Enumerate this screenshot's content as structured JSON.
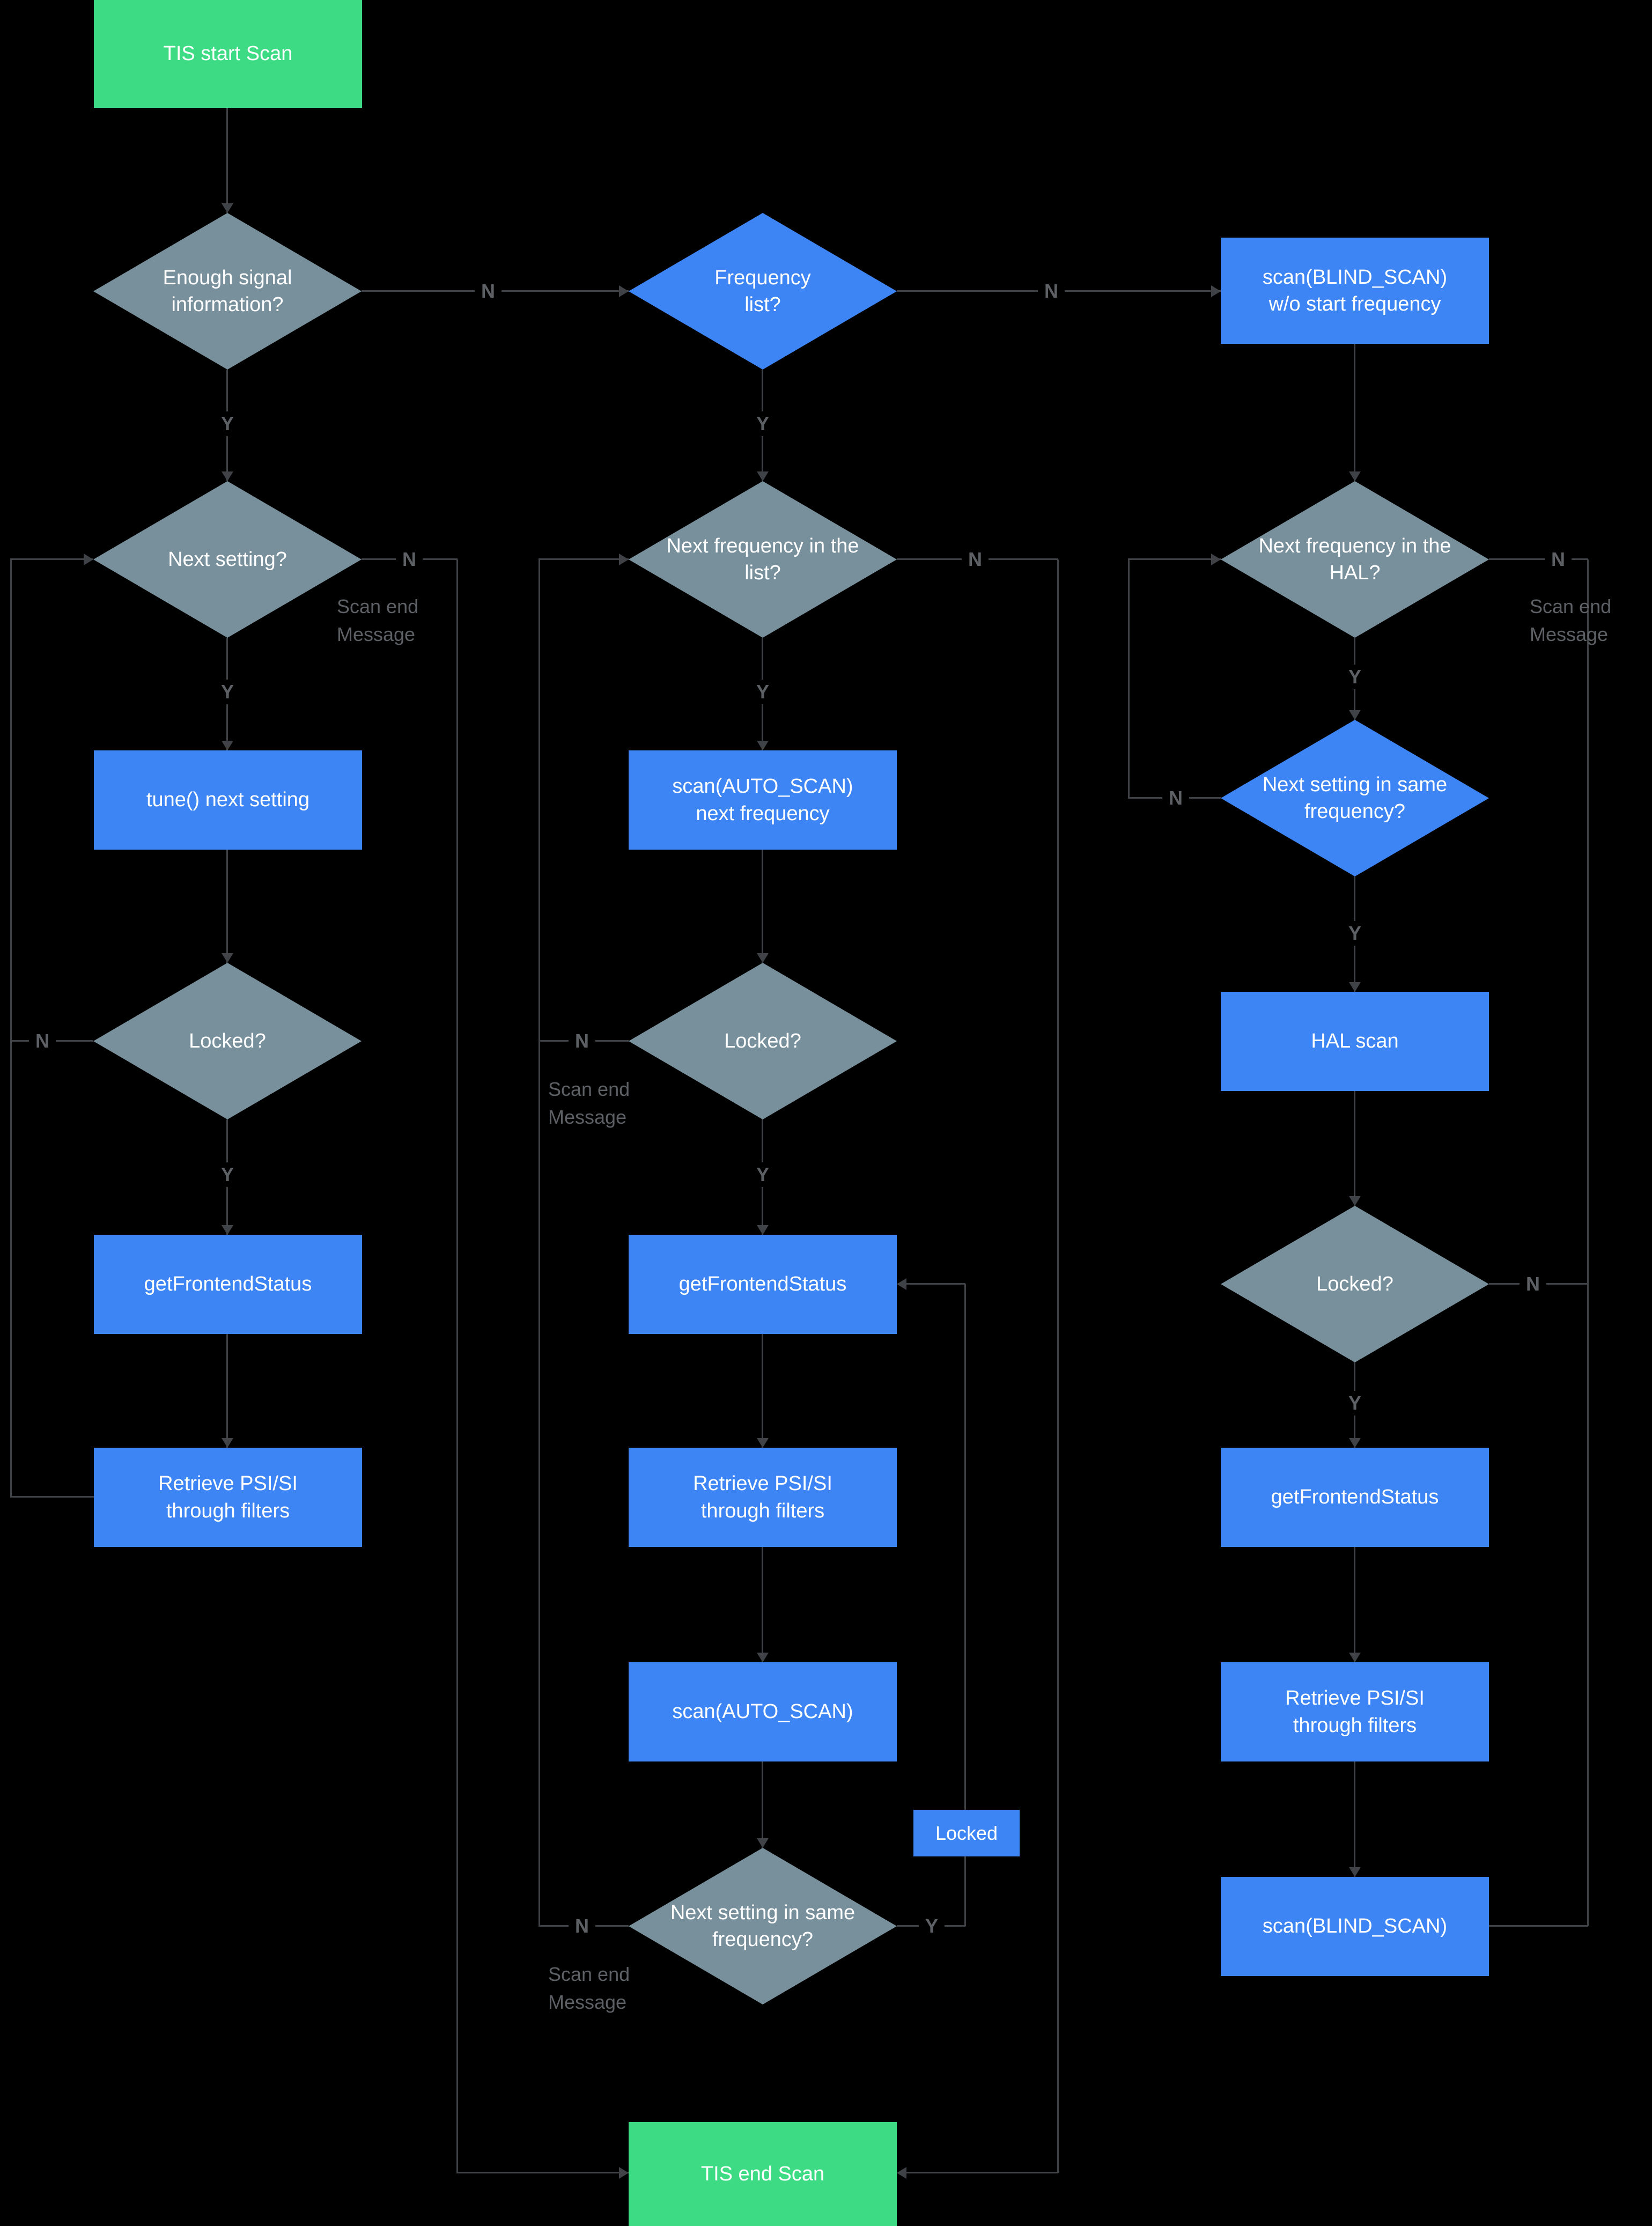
{
  "colors": {
    "bg": "#000000",
    "green": "#3ddc84",
    "blue": "#3d85f4",
    "gray_blue": "#78909c",
    "line": "#3f4347",
    "label": "#5d6166",
    "node_text": "#ffffff"
  },
  "nodes": {
    "start": {
      "label": "TIS start Scan"
    },
    "enough_signal": {
      "label": "Enough signal information?"
    },
    "next_setting": {
      "label": "Next setting?"
    },
    "tune_next": {
      "label": "tune() next setting"
    },
    "locked1": {
      "label": "Locked?"
    },
    "get_status1": {
      "label": "getFrontendStatus"
    },
    "retrieve1": {
      "label": "Retrieve PSI/SI through filters"
    },
    "freq_list": {
      "label": "Frequency list?"
    },
    "next_freq_list": {
      "label": "Next frequency in the list?"
    },
    "scan_auto_next": {
      "label": "scan(AUTO_SCAN) next frequency"
    },
    "locked2": {
      "label": "Locked?"
    },
    "get_status2": {
      "label": "getFrontendStatus"
    },
    "retrieve2": {
      "label": "Retrieve PSI/SI through filters"
    },
    "scan_auto": {
      "label": "scan(AUTO_SCAN)"
    },
    "next_setting_same2": {
      "label": "Next setting in same frequency?"
    },
    "locked_tag": {
      "label": "Locked"
    },
    "end": {
      "label": "TIS end Scan"
    },
    "scan_blind_wo": {
      "label": "scan(BLIND_SCAN) w/o start frequency"
    },
    "next_freq_hal": {
      "label": "Next frequency in the HAL?"
    },
    "next_setting_same3": {
      "label": "Next setting in same frequency?"
    },
    "hal_scan": {
      "label": "HAL scan"
    },
    "locked3": {
      "label": "Locked?"
    },
    "get_status3": {
      "label": "getFrontendStatus"
    },
    "retrieve3": {
      "label": "Retrieve PSI/SI through filters"
    },
    "scan_blind": {
      "label": "scan(BLIND_SCAN)"
    }
  },
  "edge_labels": {
    "yes": "Y",
    "no": "N",
    "scan_end": "Scan end Message"
  }
}
